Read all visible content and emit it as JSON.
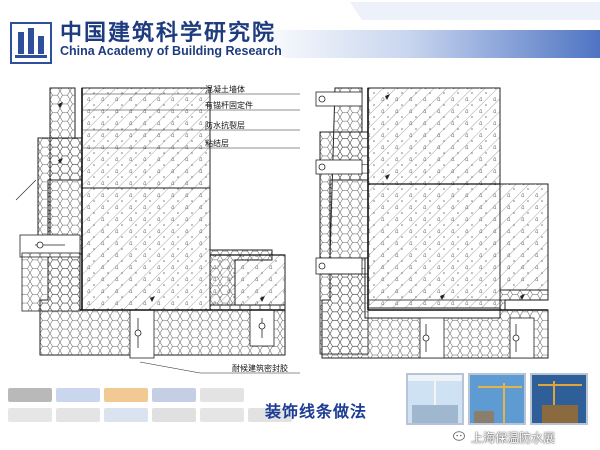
{
  "header": {
    "org_name_cn": "中国建筑科学研究院",
    "org_name_en": "China Academy of Building Research"
  },
  "diagram": {
    "labels": [
      "混凝土墙体",
      "有锚杆固定件",
      "防水抗裂层",
      "粘结层"
    ],
    "bottom_label": "耐候建筑密封胶"
  },
  "caption": "装饰线条做法",
  "watermark": "上海保温防水展",
  "colors": {
    "brand_blue": "#1e3c7d",
    "caption_blue": "#1d3d95",
    "banner_blue": "#5a7fc8",
    "drawing_line": "#222222"
  },
  "tiles": {
    "row1": [
      "#b9b9b9",
      "#c9d6ee",
      "#f3c993",
      "#c4cfe6",
      "#e3e3e3"
    ],
    "row2": [
      "#e6e6e6",
      "#e4e4e4",
      "#dbe3f1",
      "#e0e0e0",
      "#e5e5e5",
      "#e2e2e2"
    ]
  },
  "photos": [
    "window-view-photo",
    "crane-sky-photo",
    "construction-site-photo"
  ]
}
